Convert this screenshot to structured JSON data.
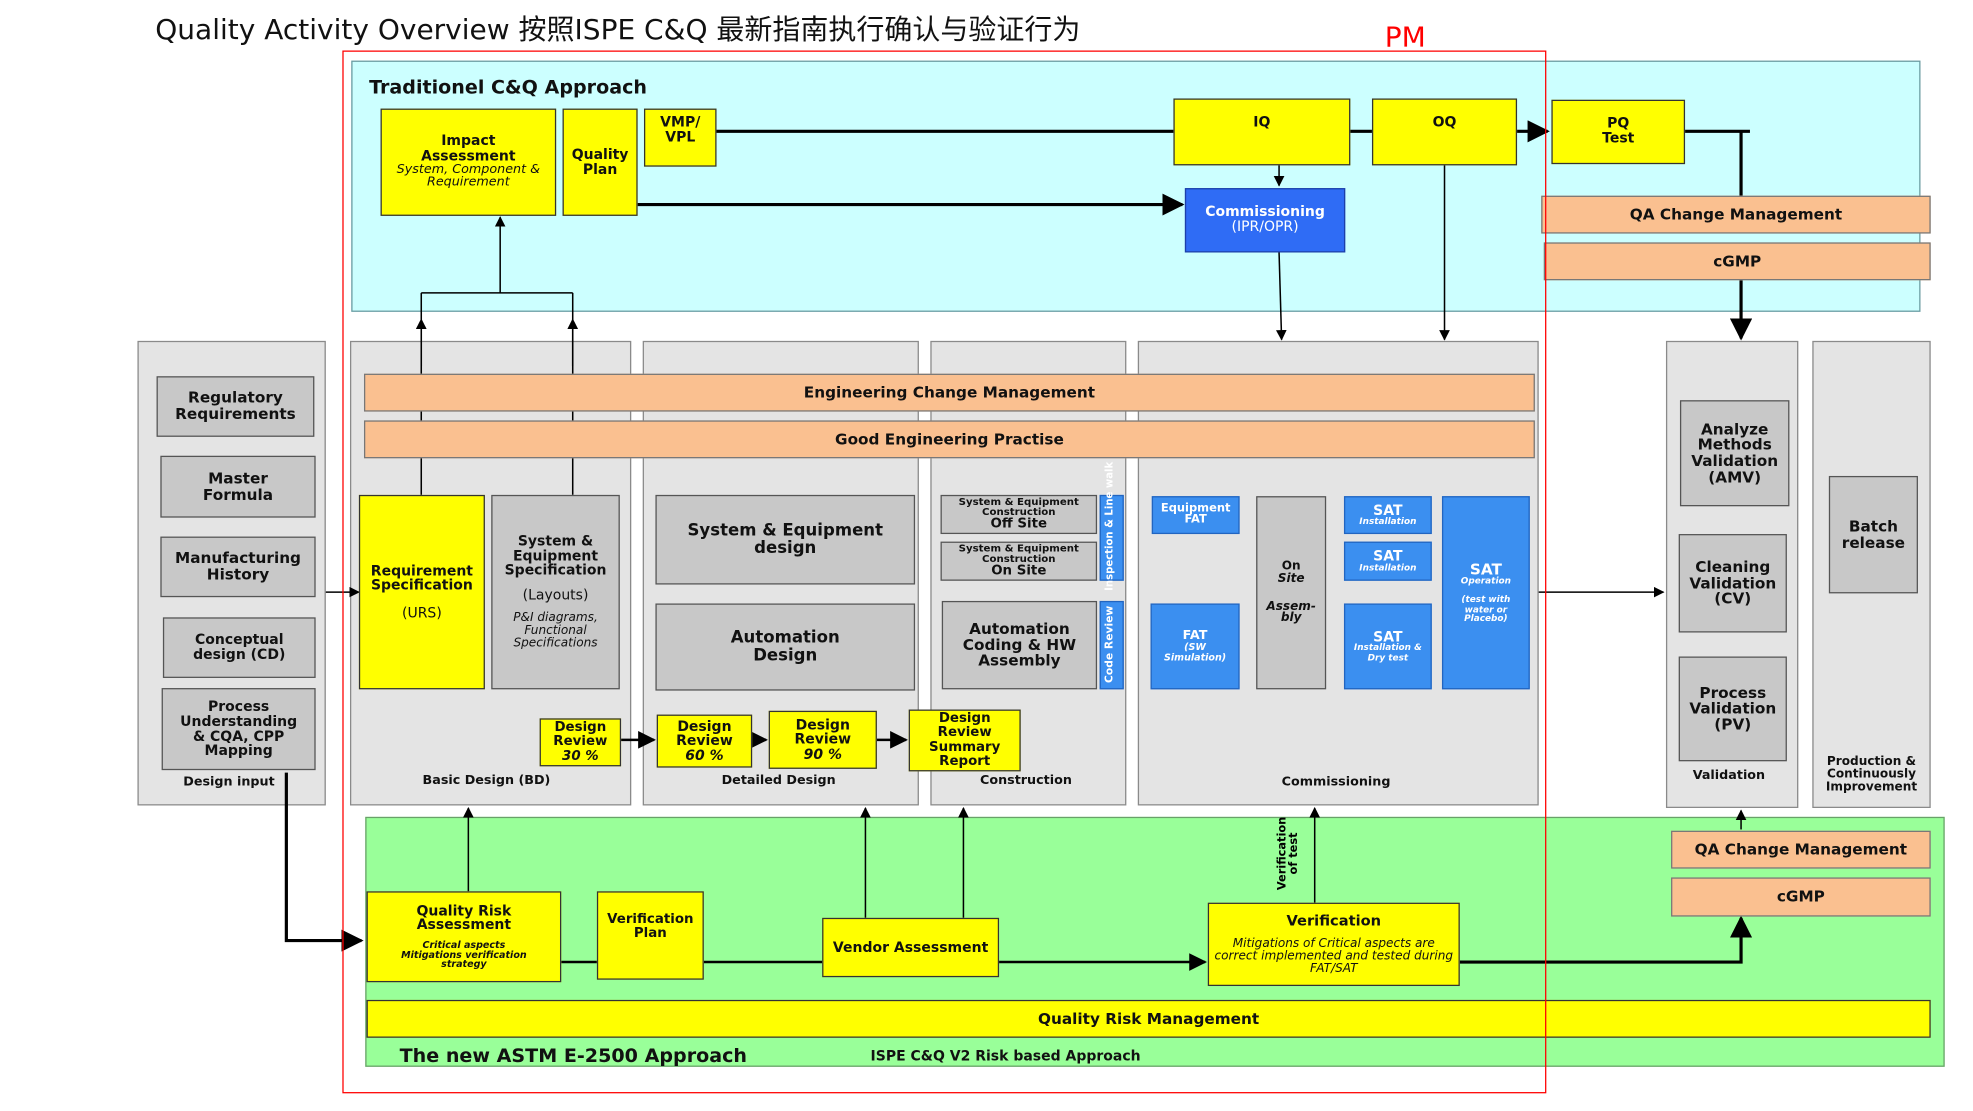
{
  "header": {
    "title": "Quality Activity Overview 按照ISPE C&Q 最新指南执行确认与验证行为",
    "pm_label": "PM"
  },
  "traditional": {
    "title": "Traditionel C&Q Approach",
    "impact_assessment": "Impact Assessment",
    "impact_assessment_sub": "System, Component & Requirement",
    "quality_plan": "Quality Plan",
    "vmp": "VMP/ VPL",
    "iq": "IQ",
    "oq": "OQ",
    "pq": "PQ Test",
    "commissioning": "Commissioning",
    "commissioning_sub": "(IPR/OPR)",
    "qa_change": "QA Change Management",
    "cgmp": "cGMP"
  },
  "design_input": {
    "caption": "Design input",
    "items": [
      "Regulatory Requirements",
      "Master Formula",
      "Manufacturing History",
      "Conceptual design (CD)",
      "Process Understanding & CQA, CPP Mapping"
    ]
  },
  "bands": {
    "ecm": "Engineering Change Management",
    "gep": "Good Engineering Practise"
  },
  "basic_design": {
    "caption": "Basic Design (BD)",
    "req_spec": "Requirement Specification",
    "req_spec_sub": "(URS)",
    "sys_spec": "System & Equipment Specification",
    "sys_spec_layouts": "(Layouts)",
    "sys_spec_sub": "P&I diagrams, Functional Specifications",
    "review30": "Design Review",
    "review30_pct": "30 %"
  },
  "detailed_design": {
    "caption": "Detailed Design",
    "sys_design": "System & Equipment design",
    "automation": "Automation Design",
    "review60": "Design Review",
    "review60_pct": "60 %",
    "review90": "Design Review",
    "review90_pct": "90 %",
    "summary": "Design Review Summary Report"
  },
  "construction": {
    "caption": "Construction",
    "offsite": "System & Equipment Construction",
    "offsite_bold": "Off Site",
    "onsite": "System & Equipment Construction",
    "onsite_bold": "On Site",
    "inspection": "Inspection & Line walk",
    "coding": "Automation Coding & HW Assembly",
    "code_review": "Code Review"
  },
  "commissioning": {
    "caption": "Commissioning",
    "equip_fat": "Equipment FAT",
    "fat": "FAT",
    "fat_sub": "(SW Simulation)",
    "onsite_asm_1": "On",
    "onsite_asm_2": "Site",
    "onsite_asm_3": "Assem-",
    "onsite_asm_4": "bly",
    "sat1": "SAT",
    "sat1_sub": "Installation",
    "sat2": "SAT",
    "sat2_sub": "Installation",
    "sat3": "SAT",
    "sat3_sub": "Installation & Dry test",
    "sat_op": "SAT",
    "sat_op_sub": "Operation",
    "sat_op_sub2": "(test with water or Placebo)"
  },
  "validation": {
    "caption": "Validation",
    "amv": "Analyze Methods Validation (AMV)",
    "cv": "Cleaning Validation (CV)",
    "pv": "Process Validation (PV)"
  },
  "production": {
    "caption": "Production & Continuously Improvement",
    "batch": "Batch release"
  },
  "astm": {
    "title": "The new ASTM E-2500 Approach",
    "ispe": "ISPE C&Q V2  Risk based Approach",
    "qra": "Quality Risk Assessment",
    "qra_sub": "Critical aspects Mitigations verification strategy",
    "verification_plan": "Verification Plan",
    "vendor": "Vendor Assessment",
    "verification": "Verification",
    "verification_sub": "Mitigations of Critical aspects are correct implemented and tested during FAT/SAT",
    "verification_of_test": "Verification of test",
    "qrm": "Quality Risk Management",
    "qa_change": "QA Change Management",
    "cgmp": "cGMP"
  },
  "colors": {
    "yellow": "#ffff00",
    "gray": "#c8c8c8",
    "orange": "#fac090",
    "blue": "#3b8ff0",
    "cyan_panel": "#ccffff",
    "green_panel": "#99ff99",
    "pm_red": "#ff0000"
  }
}
